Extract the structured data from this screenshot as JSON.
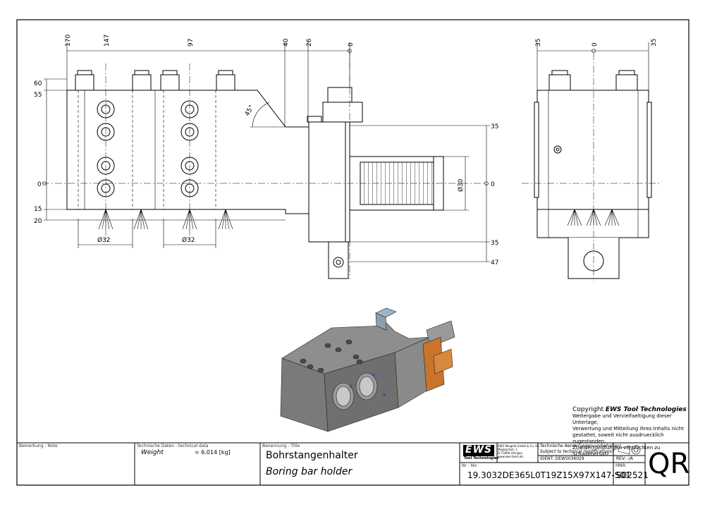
{
  "drawing": {
    "front_view": {
      "top_dims": [
        "170",
        "147",
        "97",
        "40",
        "26",
        "0"
      ],
      "left_dims": [
        "60",
        "55",
        "0",
        "15",
        "20"
      ],
      "right_dims": [
        "35",
        "0",
        "35",
        "47"
      ],
      "diam_bottom_1": "Ø32",
      "diam_bottom_2": "Ø32",
      "diam_shank": "Ø30",
      "angle": "45°"
    },
    "side_view": {
      "top_dims": [
        "35",
        "0",
        "35"
      ]
    }
  },
  "copyright": {
    "prefix": "Copyright ",
    "brand": "EWS Tool Technologies",
    "lines": [
      "Weitergabe und Vervielfaeltigung dieser Unterlage,",
      "Verwertung und Mitteilung ihres Inhalts nicht",
      "gestattet, soweit nicht ausdruecklich zugestanden.",
      "Zuwiderhandlungen verpflichten zu Schadenersatz."
    ]
  },
  "title_block": {
    "remark_label": "Bemerkung - Note",
    "tech_label": "Technische Daten - technical data",
    "weight_label": "Weight",
    "weight_value": "= 6.014 [kg]",
    "title_label": "Benennung - Title",
    "title_de": "Bohrstangenhalter",
    "title_en": "Boring bar holder",
    "logo": "EWS",
    "logo_sub": "Tool Technologies",
    "company_lines": [
      "EWS Weigele GmbH & Co. KG",
      "Maybachstr. 1",
      "D-73066 Uhingen",
      "www.ews-tools.de"
    ],
    "change_de": "Technische Aenderungen vorbehalten!",
    "change_en": "Subject to technical modifications!",
    "ident_label": "IDENT:",
    "ident_value": "DEWS036029",
    "rev_label": "REV:",
    "rev_value": "-/A",
    "nr_label": "Nr - No",
    "part_number": "19.3032DE365L0T19Z15X97X147-S01",
    "mnr_label": "MNR:",
    "mnr_value": "S02521",
    "qr_label": "QR"
  }
}
